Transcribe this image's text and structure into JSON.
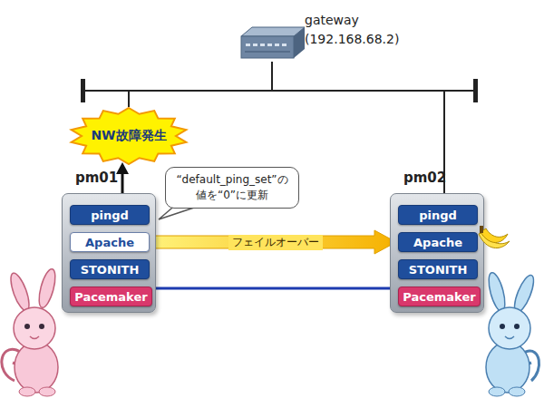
{
  "diagram": {
    "nodes": [
      {
        "text": [
          "gateway (192.168.68.2)"
        ]
      },
      {
        "text": [
          "NW故障発生"
        ]
      },
      {
        "text": [
          "pm01"
        ]
      },
      {
        "text": [
          "pingd"
        ],
        "in": 2
      },
      {
        "text": [
          "Apache"
        ],
        "in": 2
      },
      {
        "text": [
          "STONITH"
        ],
        "in": 2
      },
      {
        "text": [
          "Pacemaker"
        ],
        "in": 2
      },
      {
        "text": [
          "“default_ping_set”の 値を“0”に更新"
        ]
      },
      {
        "text": [
          "pm02"
        ]
      },
      {
        "text": [
          "pingd"
        ],
        "in": 8
      },
      {
        "text": [
          "Apache"
        ],
        "in": 8
      },
      {
        "text": [
          "STONITH"
        ],
        "in": 8
      },
      {
        "text": [
          "Pacemaker"
        ],
        "in": 8
      }
    ],
    "edges": [
      {
        "from": 0,
        "to": 1,
        "arrow": "none"
      },
      {
        "from": 0,
        "to": 8,
        "arrow": "none"
      },
      {
        "from": 3,
        "to": 1,
        "arrow": "to"
      },
      {
        "from": 4,
        "to": 10,
        "label": "フェイルオーバー",
        "arrow": "to"
      },
      {
        "from": 2,
        "to": 8,
        "arrow": "none"
      },
      {
        "from": 2,
        "to": 8,
        "arrow": "none"
      },
      {
        "from": 2,
        "to": 8,
        "arrow": "none"
      }
    ]
  }
}
